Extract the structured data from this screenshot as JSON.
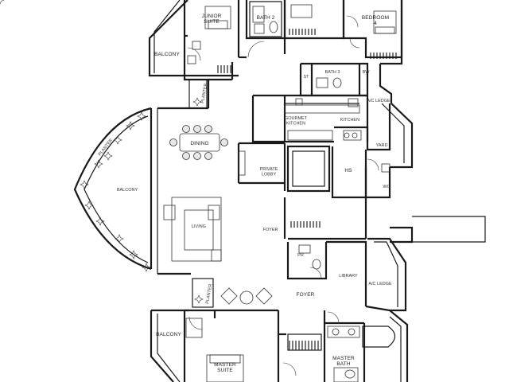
{
  "rooms": {
    "junior_suite": "JUNIOR\nSUITE",
    "bath2": "BATH 2",
    "bedroom4": "BEDROOM\n4",
    "balcony_top": "BALCONY",
    "st": "ST",
    "bath3": "BATH 3",
    "bw": "BW",
    "planter_top": "PLANTER",
    "ac_ledge_top": "A/C LEDGE",
    "gourmet_kitchen": "GOURMET\nKITCHEN",
    "kitchen": "KITCHEN",
    "dining": "DINING",
    "yard": "YARD",
    "planter_left": "PLANTER",
    "balcony_left": "BALCONY",
    "private_lobby": "PRIVATE\nLOBBY",
    "hs": "HS",
    "wc": "WC",
    "living": "LIVING",
    "foyer_hall": "FOYER",
    "pr": "PR",
    "library": "LIBRARY",
    "ac_ledge_bottom": "A/C LEDGE",
    "planter_bottom": "PLANTER",
    "foyer": "FOYER",
    "balcony_bottom": "BALCONY",
    "master_suite": "MASTER\nSUITE",
    "master_bath": "MASTER\nBATH"
  }
}
